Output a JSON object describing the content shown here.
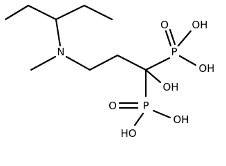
{
  "molecule": {
    "labels": {
      "n": "N",
      "p_upper": "P",
      "p_lower": "P",
      "o_upper_double": "O",
      "oh_upper_top": "OH",
      "oh_upper_right": "OH",
      "oh_center": "OH",
      "o_lower_double": "O",
      "oh_lower_right": "OH",
      "oh_lower_bottom": "HO"
    }
  }
}
